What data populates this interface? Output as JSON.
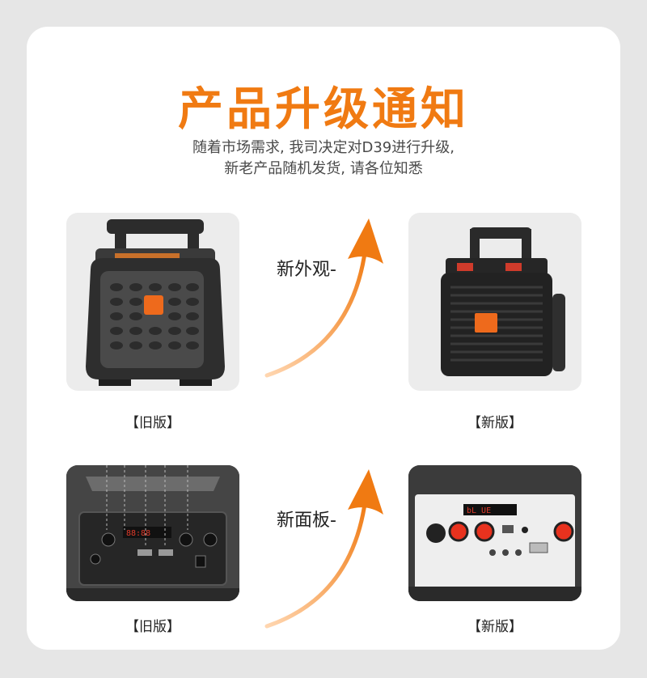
{
  "title": "产品升级通知",
  "subtitle_line1": "随着市场需求, 我司决定对D39进行升级,",
  "subtitle_line2": "新老产品随机发货, 请各位知悉",
  "row1": {
    "old_caption": "【旧版】",
    "new_caption": "【新版】",
    "arrow_label": "新外观-"
  },
  "row2": {
    "old_caption": "【旧版】",
    "new_caption": "【新版】",
    "arrow_label": "新面板-"
  },
  "colors": {
    "accent": "#f07a12",
    "background": "#e6e6e6",
    "card": "#ffffff"
  }
}
